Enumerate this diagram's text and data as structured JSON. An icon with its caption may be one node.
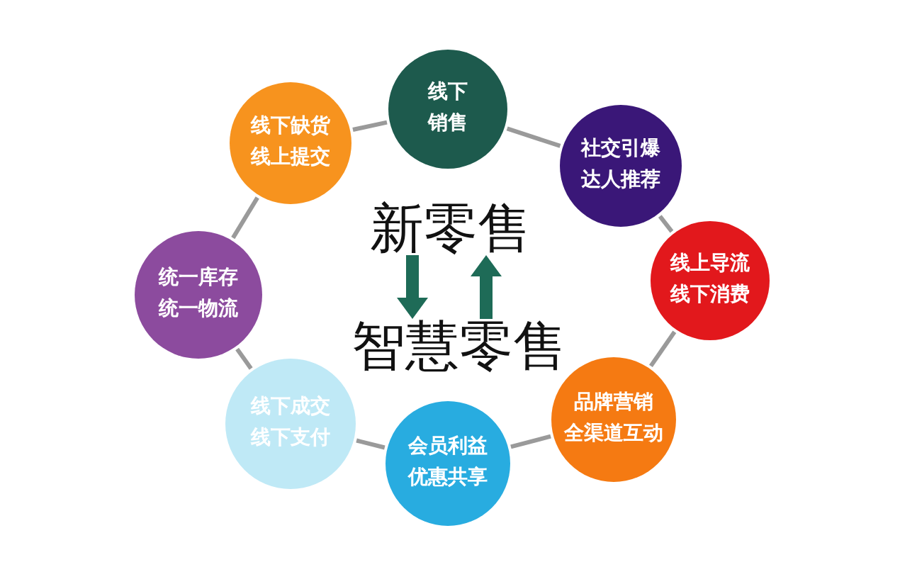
{
  "diagram": {
    "nodes": [
      {
        "text": [
          "线下销售"
        ]
      },
      {
        "text": [
          "社交引爆达人推荐"
        ]
      },
      {
        "text": [
          "线上导流线下消费"
        ]
      },
      {
        "text": [
          "品牌营销全渠道互动"
        ]
      },
      {
        "text": [
          "会员利益优惠共享"
        ]
      },
      {
        "text": [
          "线下成交线下支付"
        ]
      },
      {
        "text": [
          "统一库存统一物流"
        ]
      },
      {
        "text": [
          "线下缺货线上提交"
        ]
      },
      {
        "text": [
          "新零售"
        ]
      },
      {
        "text": [
          "智慧零售"
        ]
      }
    ],
    "edges": [
      {
        "from": 0,
        "to": 1,
        "arrow": "none"
      },
      {
        "from": 1,
        "to": 2,
        "arrow": "none"
      },
      {
        "from": 2,
        "to": 3,
        "arrow": "none"
      },
      {
        "from": 3,
        "to": 4,
        "arrow": "none"
      },
      {
        "from": 4,
        "to": 5,
        "arrow": "none"
      },
      {
        "from": 5,
        "to": 6,
        "arrow": "none"
      },
      {
        "from": 6,
        "to": 7,
        "arrow": "none"
      },
      {
        "from": 7,
        "to": 0,
        "arrow": "none"
      },
      {
        "from": 8,
        "to": 9,
        "arrow": "to",
        "style": "thick",
        "color": "#1e6b57"
      },
      {
        "from": 9,
        "to": 8,
        "arrow": "to",
        "style": "thick",
        "color": "#1e6b57"
      }
    ]
  }
}
